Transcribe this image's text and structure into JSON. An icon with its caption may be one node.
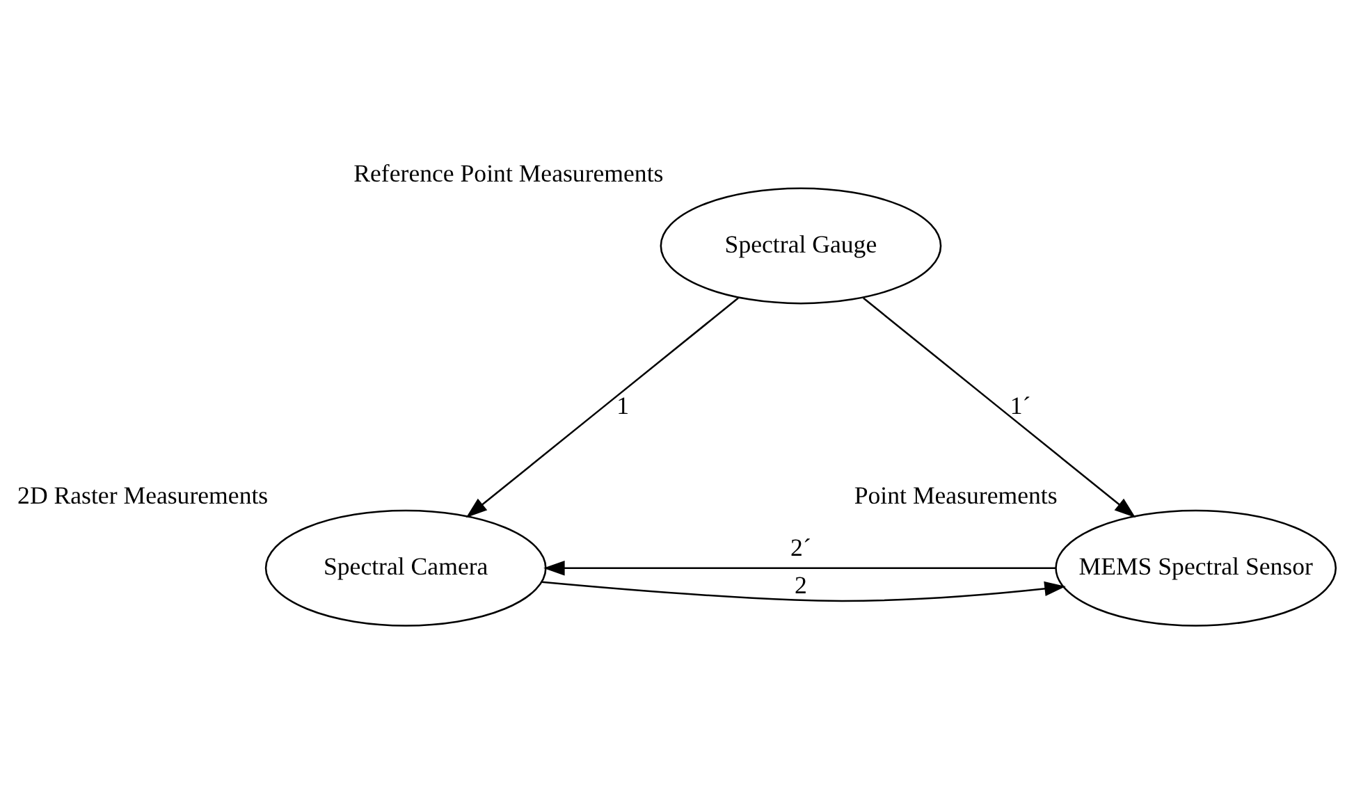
{
  "diagram": {
    "nodes": [
      {
        "text": [
          "Spectral Gauge"
        ],
        "beside": [
          "Reference Point Measurements"
        ]
      },
      {
        "text": [
          "Spectral Camera"
        ],
        "beside": [
          "2D Raster Measurements"
        ]
      },
      {
        "text": [
          "MEMS Spectral Sensor"
        ],
        "beside": [
          "Point Measurements"
        ]
      }
    ],
    "edges": [
      {
        "from": 0,
        "to": 1,
        "arrow": "to",
        "label": "1"
      },
      {
        "from": 0,
        "to": 2,
        "arrow": "to",
        "label": "1´"
      },
      {
        "from": 1,
        "to": 2,
        "arrow": "to",
        "label": "2"
      },
      {
        "from": 2,
        "to": 1,
        "arrow": "to",
        "label": "2´"
      }
    ]
  }
}
